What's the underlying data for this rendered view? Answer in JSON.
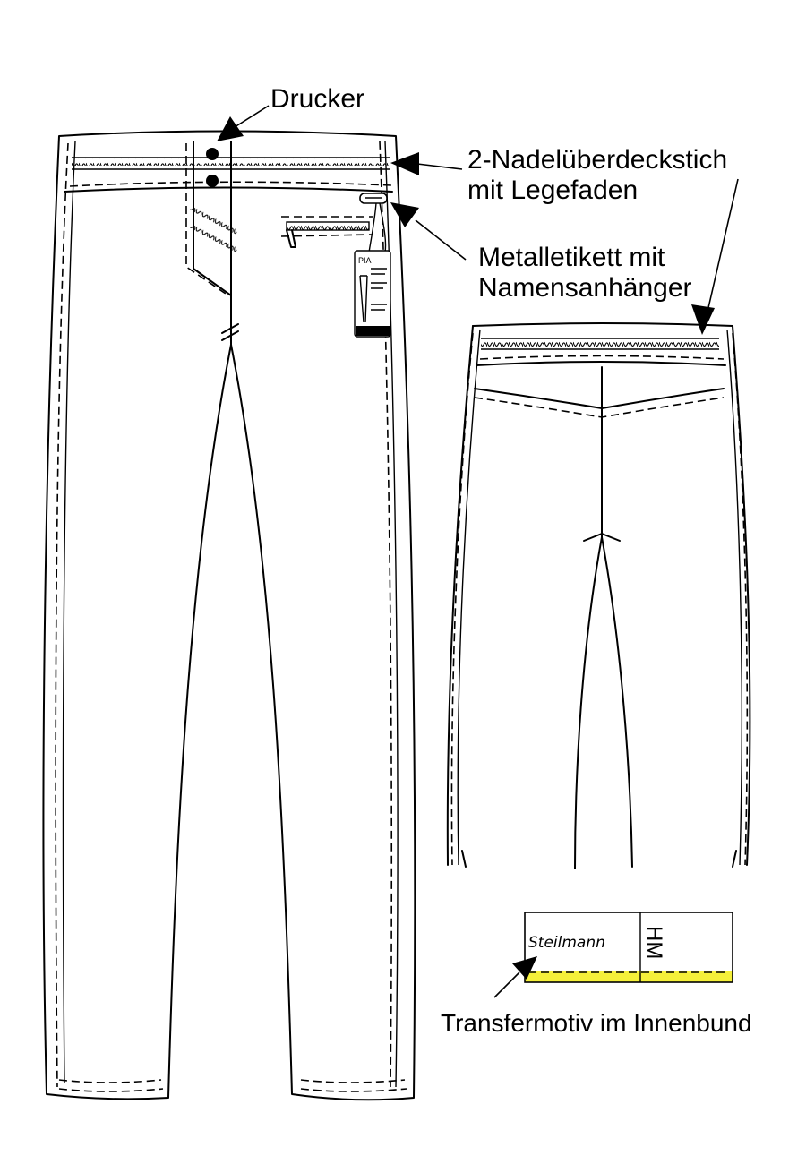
{
  "labels": {
    "drucker": "Drucker",
    "stitch_line1": "2-Nadelüberdeckstich",
    "stitch_line2": "mit Legefaden",
    "tag_line1": "Metalletikett mit",
    "tag_line2": "Namensanhänger",
    "transfer": "Transfermotiv im Innenbund"
  },
  "transfer_motif": {
    "brand": "Steilmann",
    "code": "HM",
    "band_color": "#f5f03a"
  },
  "hang_tag": {
    "name": "PIA"
  }
}
